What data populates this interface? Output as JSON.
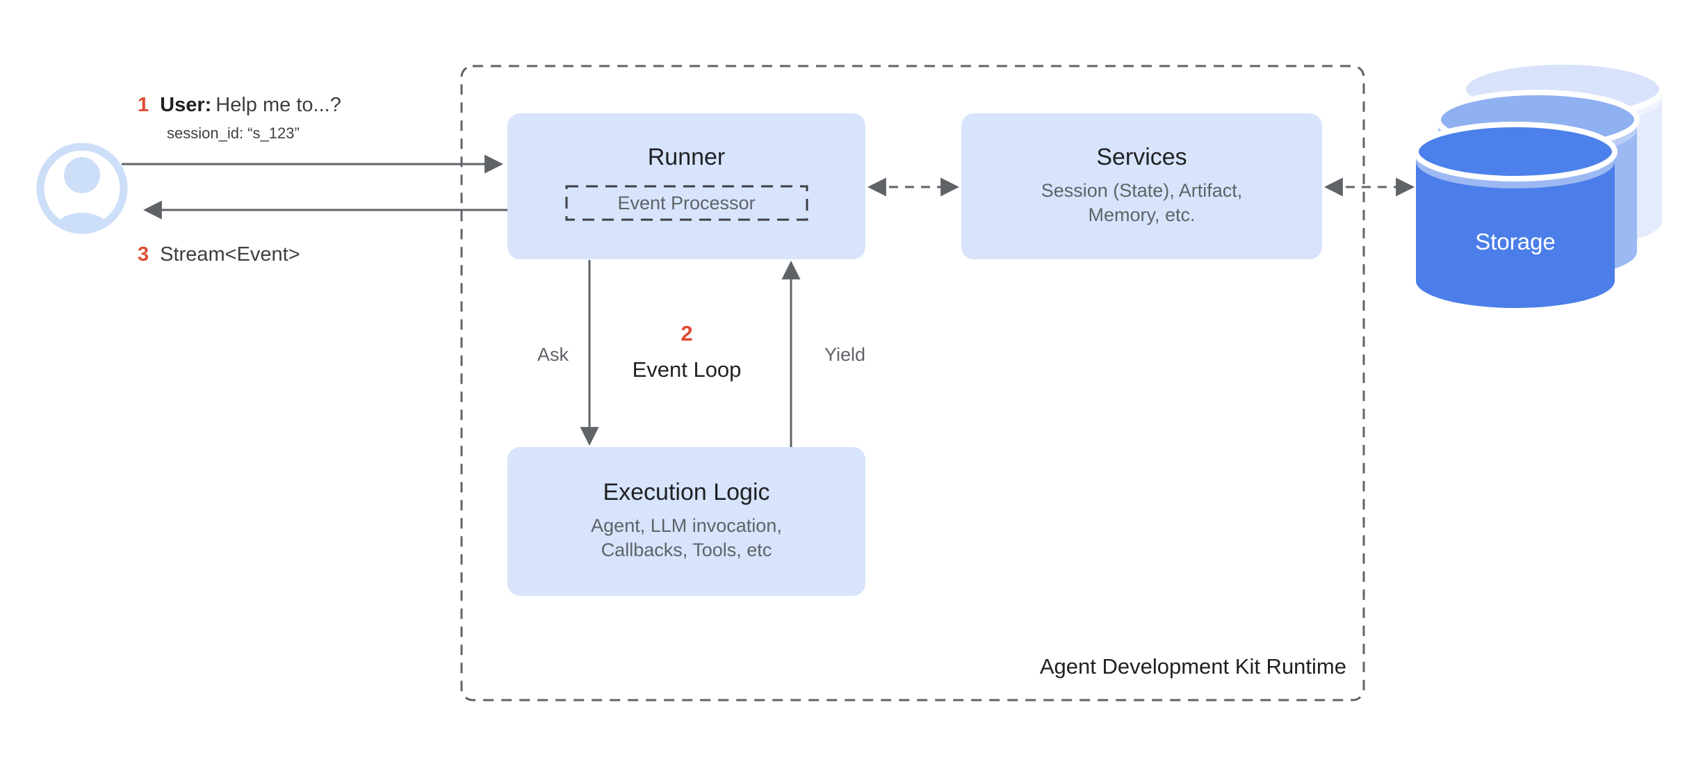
{
  "colors": {
    "box-blue": "#D7E4FB",
    "accent-red": "#DF4B33",
    "gray-text": "#5F6368",
    "dark-text": "#202124",
    "arrow-gray": "#5F6368",
    "user-icon-blue": "#CDDEF9",
    "storage-front-blue": "#4B7EE8",
    "storage-middle-blue": "#9CB9F4",
    "storage-back-blue": "#E4EBFC"
  },
  "user_flow": {
    "step1_number": "1",
    "step1_prefix": "User:",
    "step1_text": "Help me to...?",
    "session_id": "session_id: “s_123”",
    "step3_number": "3",
    "step3_text": "Stream<Event>"
  },
  "event_loop": {
    "step2_number": "2",
    "label": "Event Loop",
    "ask_label": "Ask",
    "yield_label": "Yield"
  },
  "runtime": {
    "container_label": "Agent Development Kit Runtime",
    "runner": {
      "title": "Runner",
      "event_processor": "Event Processor"
    },
    "services": {
      "title": "Services",
      "subtitle1": "Session (State), Artifact,",
      "subtitle2": "Memory, etc."
    },
    "execution_logic": {
      "title": "Execution Logic",
      "subtitle1": "Agent, LLM invocation,",
      "subtitle2": "Callbacks, Tools, etc"
    }
  },
  "storage": {
    "title": "Storage"
  }
}
